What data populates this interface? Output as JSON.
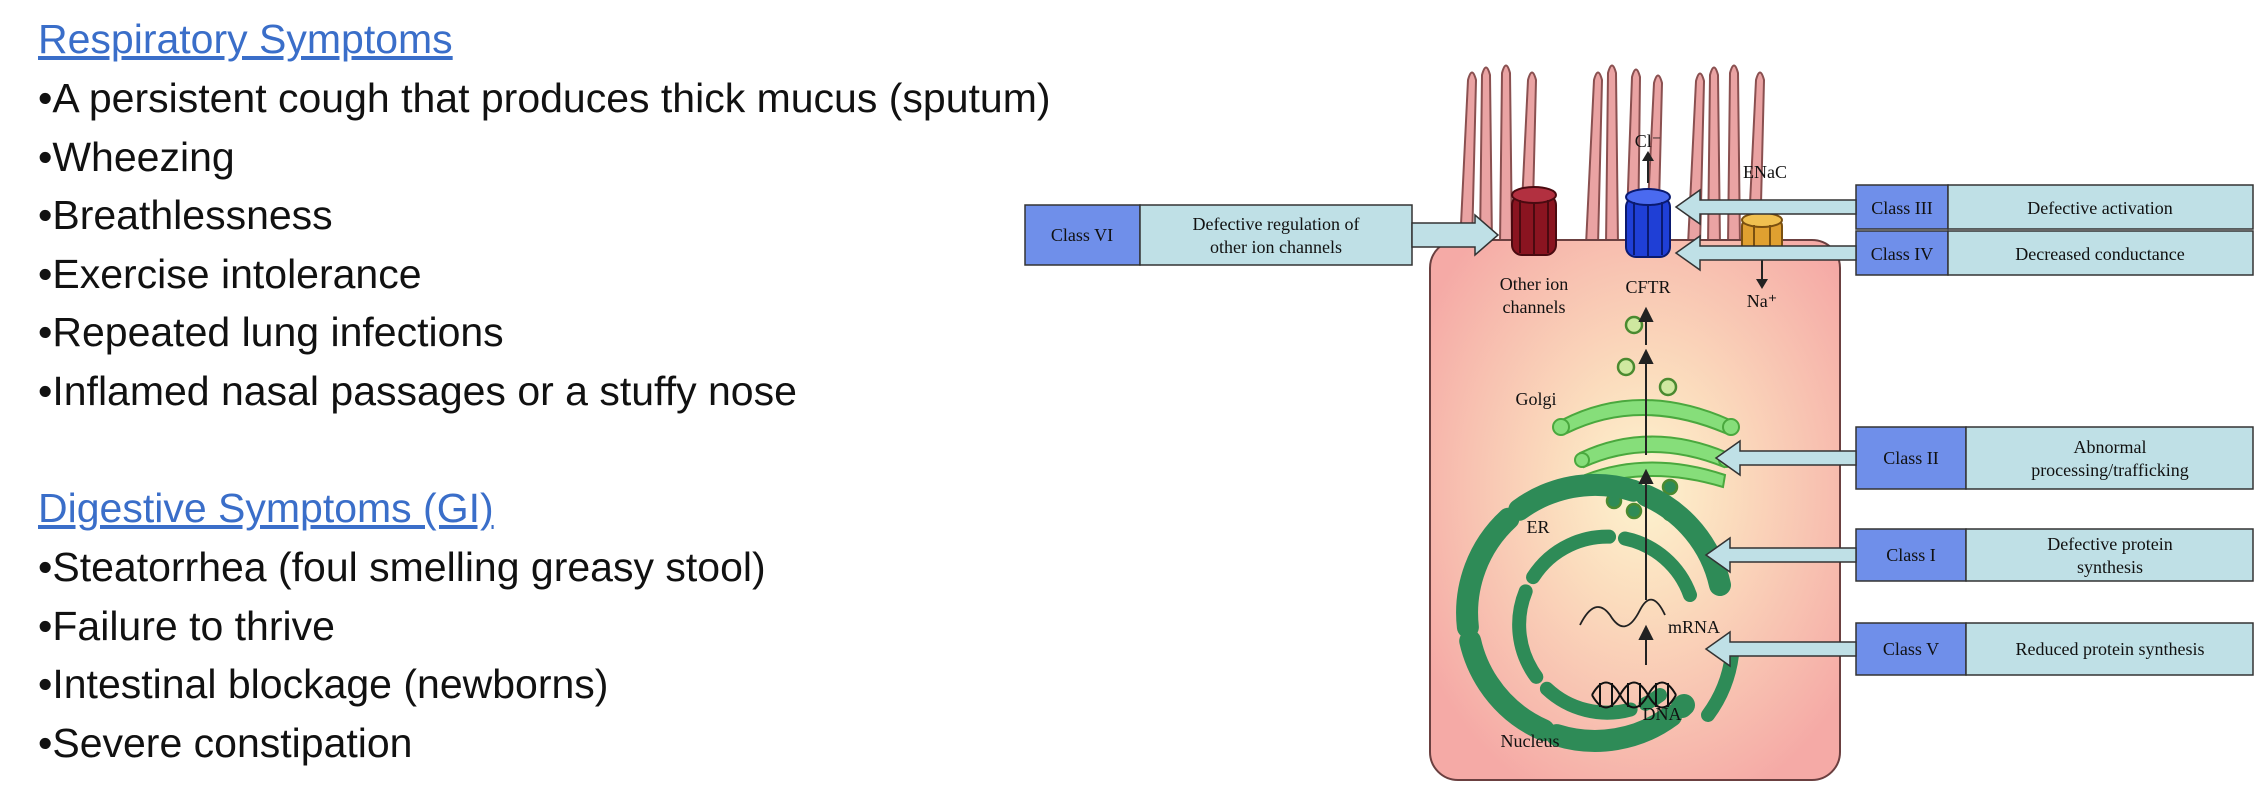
{
  "respiratory": {
    "heading": "Respiratory Symptoms",
    "items": [
      "A persistent cough that produces thick mucus (sputum)",
      "Wheezing",
      "Breathlessness",
      "Exercise intolerance",
      "Repeated lung infections",
      "Inflamed nasal passages or a stuffy nose"
    ]
  },
  "digestive": {
    "heading": "Digestive Symptoms (GI)",
    "items": [
      "Steatorrhea (foul smelling greasy stool)",
      "Failure to thrive",
      "Intestinal blockage (newborns)",
      "Severe constipation"
    ]
  },
  "bullet": "•",
  "diagram": {
    "labels": {
      "cl": "Cl⁻",
      "enac": "ENaC",
      "other_ion_1": "Other ion",
      "other_ion_2": "channels",
      "cftr": "CFTR",
      "na": "Na⁺",
      "golgi": "Golgi",
      "er": "ER",
      "mrna": "mRNA",
      "dna": "DNA",
      "nucleus": "Nucleus"
    },
    "classes": {
      "vi": {
        "name": "Class VI",
        "desc1": "Defective regulation of",
        "desc2": "other ion channels"
      },
      "iii": {
        "name": "Class III",
        "desc": "Defective activation"
      },
      "iv": {
        "name": "Class IV",
        "desc": "Decreased conductance"
      },
      "ii": {
        "name": "Class II",
        "desc1": "Abnormal",
        "desc2": "processing/trafficking"
      },
      "i": {
        "name": "Class I",
        "desc1": "Defective protein",
        "desc2": "synthesis"
      },
      "v": {
        "name": "Class V",
        "desc": "Reduced protein synthesis"
      }
    },
    "colors": {
      "class_box": "#6f8fea",
      "desc_box": "#bfe0e6",
      "cell": "#f5aaa6",
      "cell_center": "#fdf4cf",
      "er": "#2e8b57",
      "golgi": "#86de7a",
      "cftr": "#1f3fd6",
      "other_channel": "#8a1420",
      "enac": "#e0a030"
    }
  }
}
